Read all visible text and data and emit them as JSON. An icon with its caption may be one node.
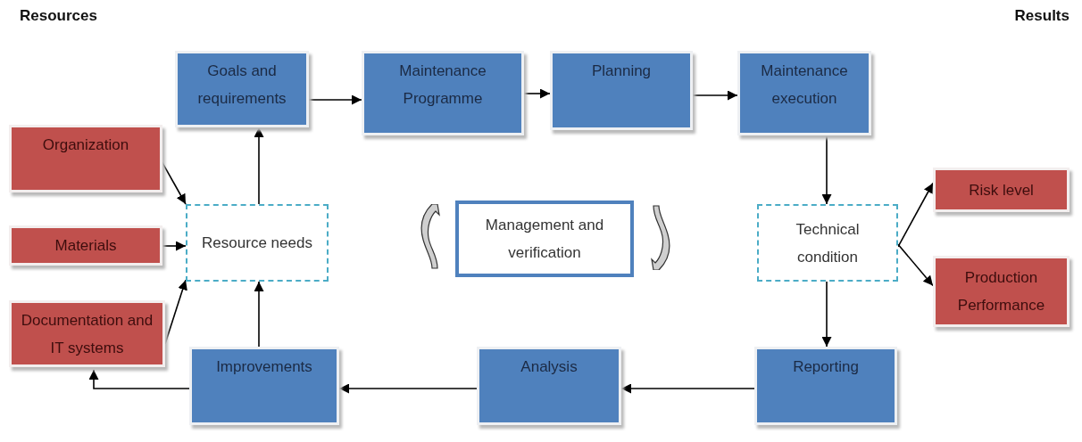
{
  "diagram": {
    "nodes": [
      {
        "text": [
          "Goals and requirements"
        ]
      },
      {
        "text": [
          "Maintenance Programme"
        ]
      },
      {
        "text": [
          "Planning"
        ]
      },
      {
        "text": [
          "Maintenance execution"
        ]
      },
      {
        "text": [
          "Organization"
        ]
      },
      {
        "text": [
          "Materials"
        ]
      },
      {
        "text": [
          "Resource needs"
        ]
      },
      {
        "text": [
          "Management and verification"
        ]
      },
      {
        "text": [
          "Technical condition"
        ]
      },
      {
        "text": [
          "Risk level"
        ]
      },
      {
        "text": [
          "Production Performance"
        ]
      },
      {
        "text": [
          "Documentation and IT systems"
        ]
      },
      {
        "text": [
          "Improvements"
        ]
      },
      {
        "text": [
          "Analysis"
        ]
      },
      {
        "text": [
          "Reporting"
        ]
      }
    ],
    "edges": [
      {
        "from": 0,
        "to": 1,
        "arrow": "to"
      },
      {
        "from": 1,
        "to": 2,
        "arrow": "to"
      },
      {
        "from": 2,
        "to": 3,
        "arrow": "to"
      },
      {
        "from": 3,
        "to": 8,
        "arrow": "to"
      },
      {
        "from": 8,
        "to": 9,
        "arrow": "to"
      },
      {
        "from": 8,
        "to": 10,
        "arrow": "to"
      },
      {
        "from": 8,
        "to": 14,
        "arrow": "to"
      },
      {
        "from": 14,
        "to": 13,
        "arrow": "to"
      },
      {
        "from": 13,
        "to": 12,
        "arrow": "to"
      },
      {
        "from": 12,
        "to": 6,
        "arrow": "to"
      },
      {
        "from": 6,
        "to": 0,
        "arrow": "to"
      },
      {
        "from": 4,
        "to": 6,
        "arrow": "to"
      },
      {
        "from": 5,
        "to": 6,
        "arrow": "to"
      },
      {
        "from": 11,
        "to": 6,
        "arrow": "to"
      },
      {
        "from": 12,
        "to": 11,
        "arrow": "to"
      }
    ],
    "labels": [
      "Resources",
      "Results"
    ]
  }
}
